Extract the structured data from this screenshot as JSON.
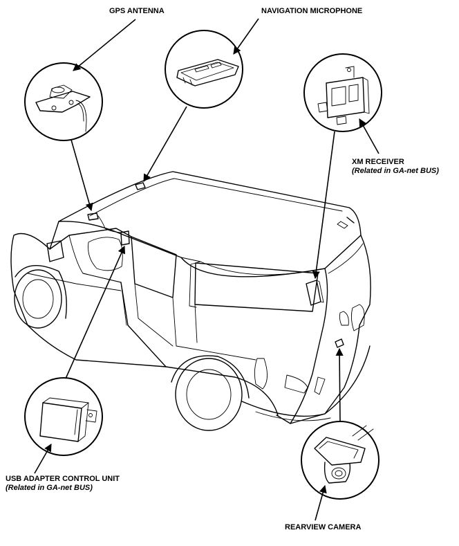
{
  "labels": {
    "gps_antenna": "GPS ANTENNA",
    "navigation_microphone": "NAVIGATION MICROPHONE",
    "xm_receiver": "XM RECEIVER",
    "xm_receiver_note": "(Related in GA-net BUS)",
    "usb_adapter": "USB ADAPTER CONTROL UNIT",
    "usb_adapter_note": "(Related in GA-net BUS)",
    "rearview_camera": "REARVIEW CAMERA"
  }
}
